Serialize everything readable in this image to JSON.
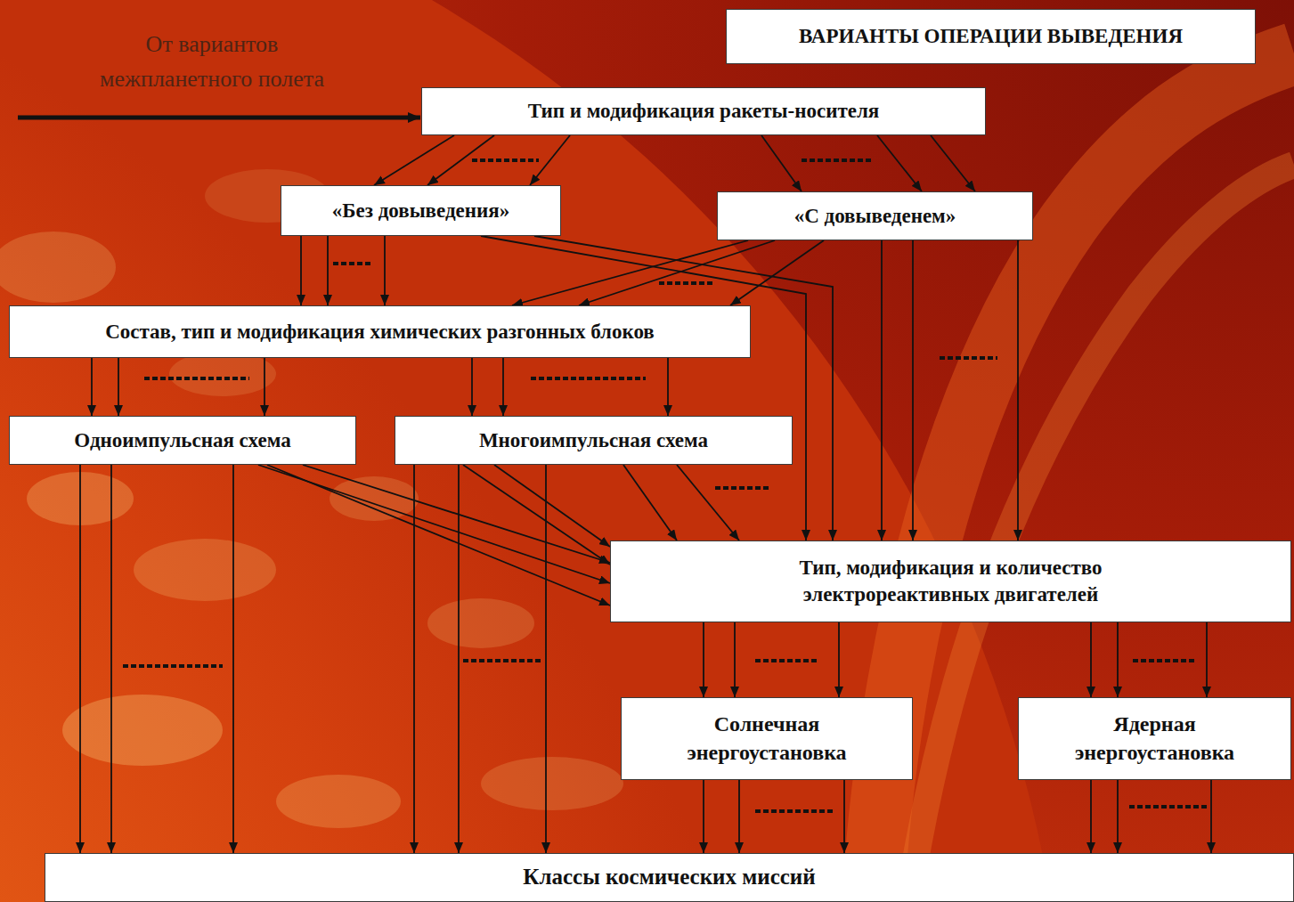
{
  "diagram": {
    "title": "ВАРИАНТЫ ОПЕРАЦИИ ВЫВЕДЕНИЯ",
    "nodes": [
      {
        "text": [
          "Тип и модификация ракеты-носителя"
        ]
      },
      {
        "text": [
          "«Без довыведения»"
        ]
      },
      {
        "text": [
          "«С довыведенем»"
        ]
      },
      {
        "text": [
          "Состав, тип и модификация химических разгонных блоков"
        ]
      },
      {
        "text": [
          "Одноимпульсная схема"
        ]
      },
      {
        "text": [
          "Многоимпульсная схема"
        ]
      },
      {
        "text": [
          "Тип, модификация и количество электрореактивных двигателей"
        ]
      },
      {
        "text": [
          "Солнечная энергоустановка"
        ]
      },
      {
        "text": [
          "Ядерная энергоустановка"
        ]
      },
      {
        "text": [
          "Классы космических миссий"
        ]
      }
    ],
    "edges": [
      {
        "from": 0,
        "to": 1,
        "arrow": "to"
      },
      {
        "from": 0,
        "to": 1,
        "arrow": "to"
      },
      {
        "from": 0,
        "to": 1,
        "arrow": "to"
      },
      {
        "from": 0,
        "to": 2,
        "arrow": "to"
      },
      {
        "from": 0,
        "to": 2,
        "arrow": "to"
      },
      {
        "from": 0,
        "to": 2,
        "arrow": "to"
      },
      {
        "from": 1,
        "to": 3,
        "arrow": "to"
      },
      {
        "from": 1,
        "to": 3,
        "arrow": "to"
      },
      {
        "from": 1,
        "to": 3,
        "arrow": "to"
      },
      {
        "from": 2,
        "to": 3,
        "arrow": "to"
      },
      {
        "from": 2,
        "to": 3,
        "arrow": "to"
      },
      {
        "from": 2,
        "to": 3,
        "arrow": "to"
      },
      {
        "from": 1,
        "to": 6,
        "arrow": "to"
      },
      {
        "from": 1,
        "to": 6,
        "arrow": "to"
      },
      {
        "from": 2,
        "to": 6,
        "arrow": "to"
      },
      {
        "from": 2,
        "to": 6,
        "arrow": "to"
      },
      {
        "from": 2,
        "to": 6,
        "arrow": "to"
      },
      {
        "from": 3,
        "to": 4,
        "arrow": "to"
      },
      {
        "from": 3,
        "to": 4,
        "arrow": "to"
      },
      {
        "from": 3,
        "to": 4,
        "arrow": "to"
      },
      {
        "from": 3,
        "to": 5,
        "arrow": "to"
      },
      {
        "from": 3,
        "to": 5,
        "arrow": "to"
      },
      {
        "from": 3,
        "to": 5,
        "arrow": "to"
      },
      {
        "from": 4,
        "to": 6,
        "arrow": "to"
      },
      {
        "from": 4,
        "to": 6,
        "arrow": "to"
      },
      {
        "from": 4,
        "to": 6,
        "arrow": "to"
      },
      {
        "from": 4,
        "to": 9,
        "arrow": "to"
      },
      {
        "from": 4,
        "to": 9,
        "arrow": "to"
      },
      {
        "from": 4,
        "to": 9,
        "arrow": "to"
      },
      {
        "from": 5,
        "to": 6,
        "arrow": "to"
      },
      {
        "from": 5,
        "to": 6,
        "arrow": "to"
      },
      {
        "from": 5,
        "to": 6,
        "arrow": "to"
      },
      {
        "from": 5,
        "to": 6,
        "arrow": "to"
      },
      {
        "from": 5,
        "to": 9,
        "arrow": "to"
      },
      {
        "from": 5,
        "to": 9,
        "arrow": "to"
      },
      {
        "from": 5,
        "to": 9,
        "arrow": "to"
      },
      {
        "from": 6,
        "to": 7,
        "arrow": "to"
      },
      {
        "from": 6,
        "to": 7,
        "arrow": "to"
      },
      {
        "from": 6,
        "to": 7,
        "arrow": "to"
      },
      {
        "from": 6,
        "to": 8,
        "arrow": "to"
      },
      {
        "from": 6,
        "to": 8,
        "arrow": "to"
      },
      {
        "from": 6,
        "to": 8,
        "arrow": "to"
      },
      {
        "from": 7,
        "to": 9,
        "arrow": "to"
      },
      {
        "from": 7,
        "to": 9,
        "arrow": "to"
      },
      {
        "from": 7,
        "to": 9,
        "arrow": "to"
      },
      {
        "from": 8,
        "to": 9,
        "arrow": "to"
      },
      {
        "from": 8,
        "to": 9,
        "arrow": "to"
      },
      {
        "from": 8,
        "to": 9,
        "arrow": "to"
      }
    ],
    "labels": [
      "От вариантов межпланетного полета"
    ]
  }
}
